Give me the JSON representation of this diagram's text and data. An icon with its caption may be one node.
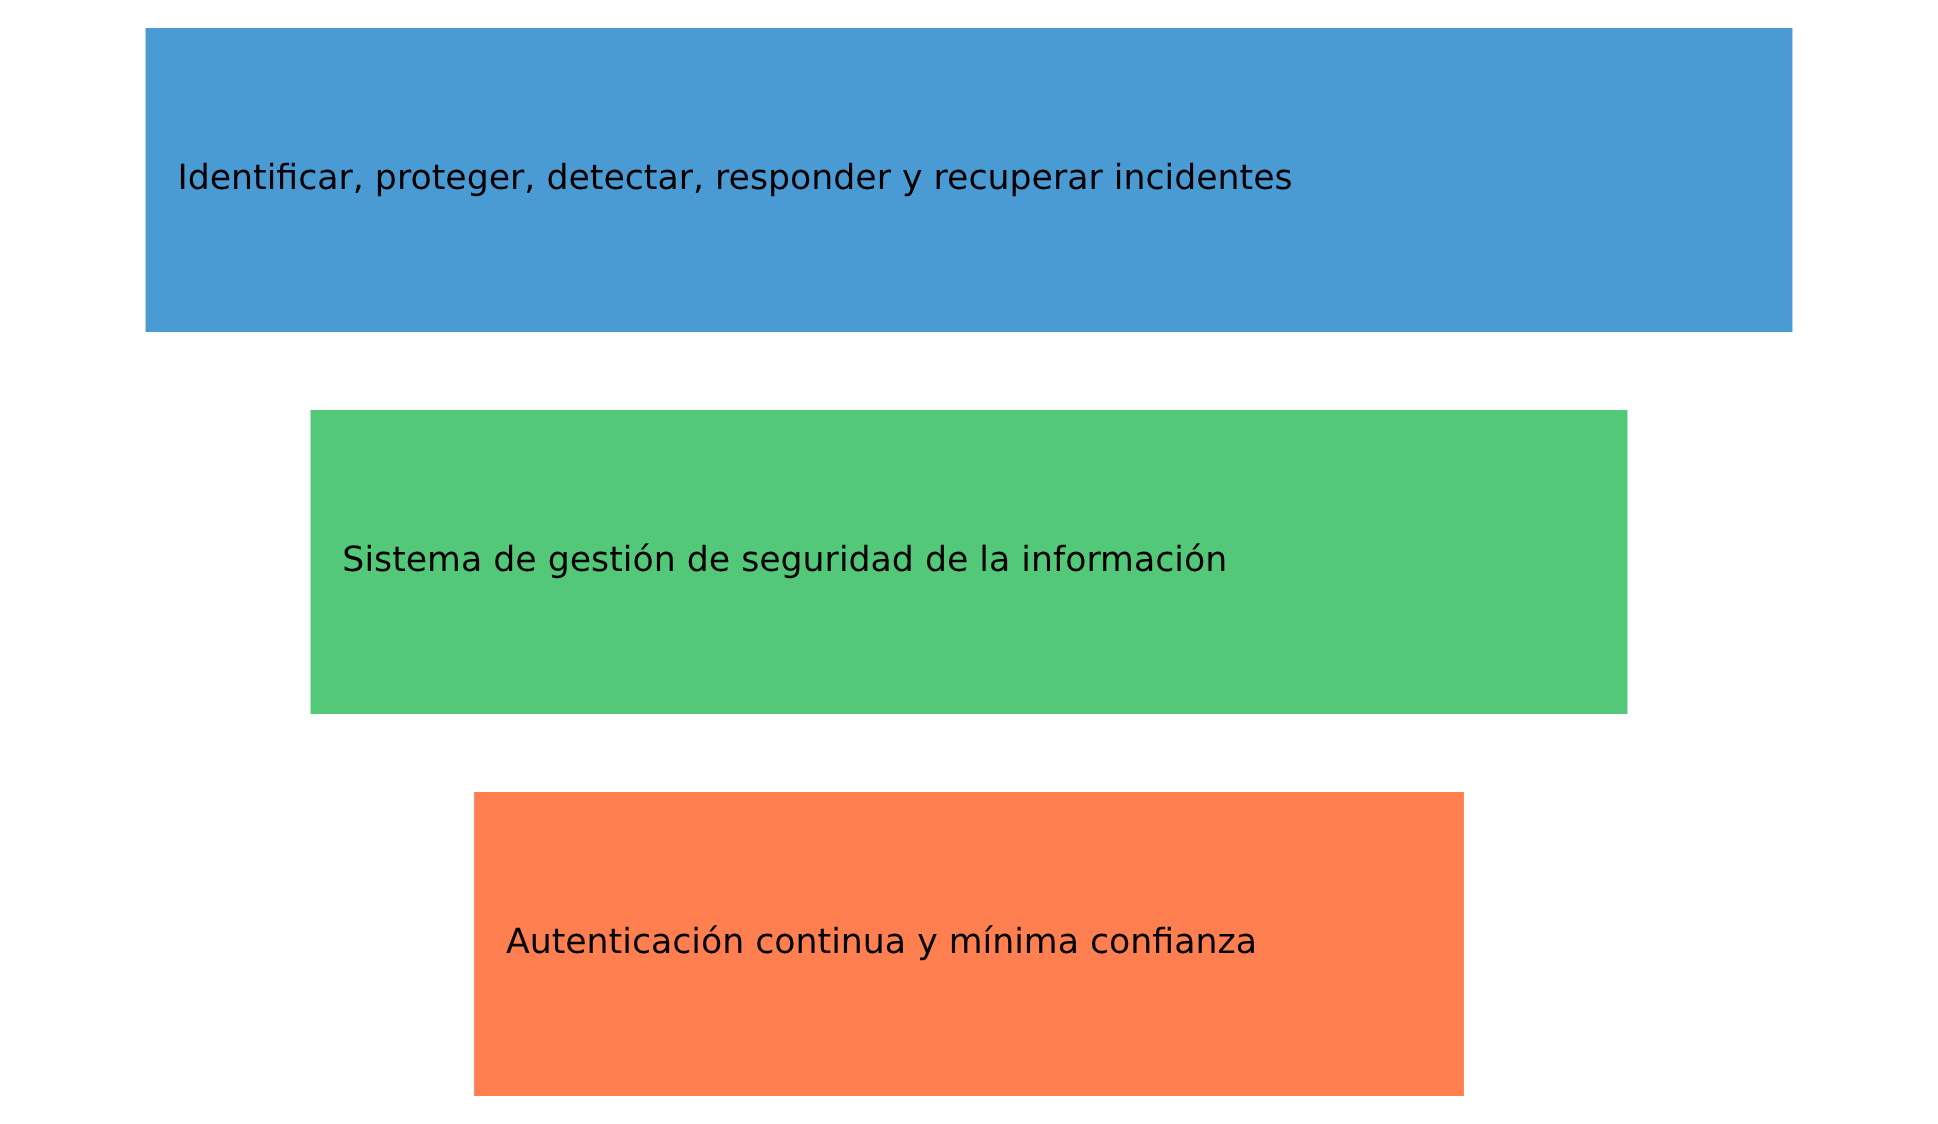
{
  "diagram": {
    "nodes": [
      {
        "text": [
          "Autenticación continua y mínima confianza"
        ]
      },
      {
        "text": [
          "Sistema de gestión de seguridad de la información"
        ]
      },
      {
        "text": [
          "Identificar, proteger, detectar, responder y recuperar incidentes"
        ]
      }
    ]
  }
}
